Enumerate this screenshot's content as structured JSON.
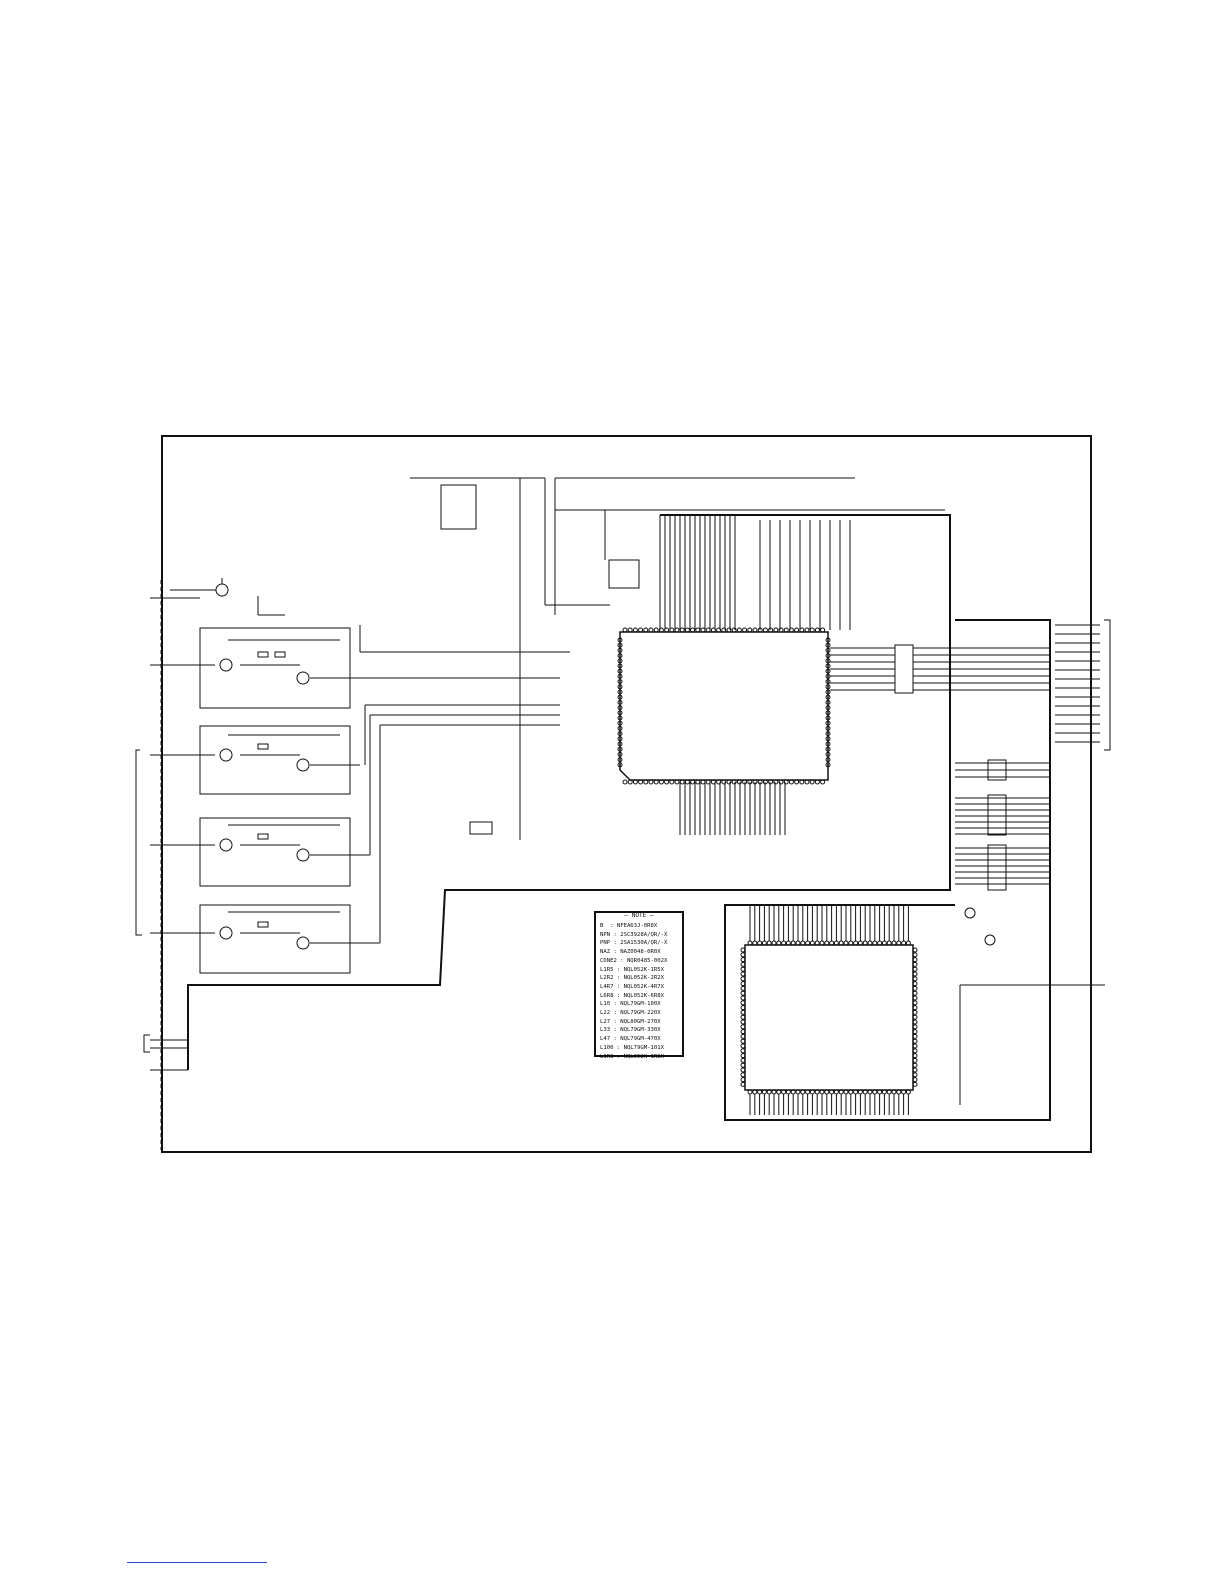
{
  "note": {
    "title": "– NOTE –",
    "lines": [
      "B  : NFEA63J-0R0X",
      "NPN : 2SC3928A/QR/-X",
      "PNP : 2SA1530A/QR/-X",
      "NAZ : NAZ0048-0R0X",
      "CDNE2 : NQR0485-002X",
      "L1R5 : NQL052K-1R5X",
      "L2R2 : NQL052K-2R2X",
      "L4R7 : NQL052K-4R7X",
      "L6R8 : NQL052K-6R8X",
      "L10 : NQL79GM-100X",
      "L22 : NQL79GM-220X",
      "L27 : NQL80GM-270X",
      "L33 : NQL79GM-330X",
      "L47 : NQL79GM-470X",
      "L100 : NQL79GM-101X",
      "L1R8 : NQL052K-1R8X"
    ]
  },
  "colors": {
    "ink": "#111111",
    "paper": "#ffffff",
    "link": "#2a4bd7"
  }
}
